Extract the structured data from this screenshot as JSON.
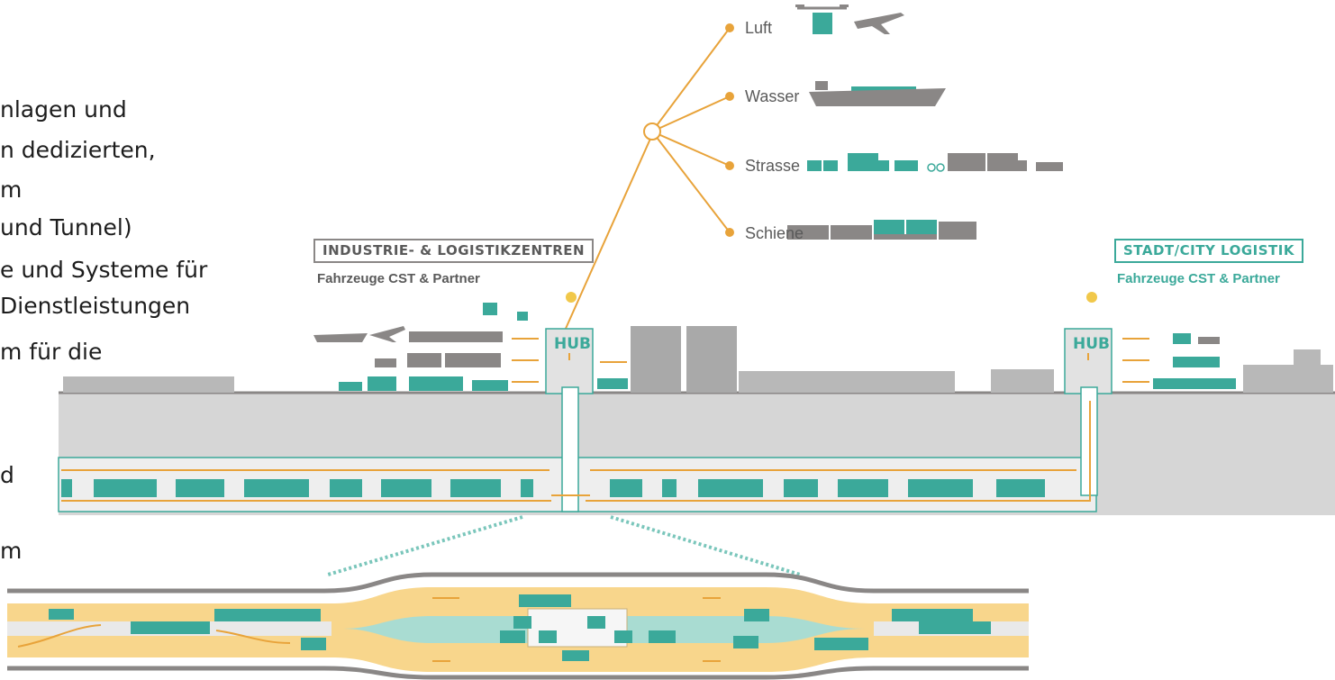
{
  "colors": {
    "orange": "#e8a33a",
    "teal": "#3ba99a",
    "teal_light": "#a9dcd2",
    "grey": "#8a8786",
    "grey_light": "#d6d6d6",
    "lane": "#f8d68c"
  },
  "left_text_lines": [
    "nlagen und",
    "n dedizierten,",
    "m",
    " und Tunnel)",
    "e und Systeme für",
    " Dienstleistungen",
    "m für die",
    "d",
    "m"
  ],
  "modes": [
    {
      "label": "Luft",
      "icon": "drone-and-plane-icon"
    },
    {
      "label": "Wasser",
      "icon": "cargo-ship-icon"
    },
    {
      "label": "Strasse",
      "icon": "trucks-icon"
    },
    {
      "label": "Schiene",
      "icon": "freight-train-icon"
    }
  ],
  "zones": {
    "industry": {
      "title": "INDUSTRIE- & LOGISTIKZENTREN",
      "subtitle": "Fahrzeuge CST & Partner"
    },
    "city": {
      "title": "STADT/CITY LOGISTIK",
      "subtitle": "Fahrzeuge CST & Partner"
    }
  },
  "hubs": [
    {
      "label": "HUB"
    },
    {
      "label": "HUB"
    }
  ]
}
